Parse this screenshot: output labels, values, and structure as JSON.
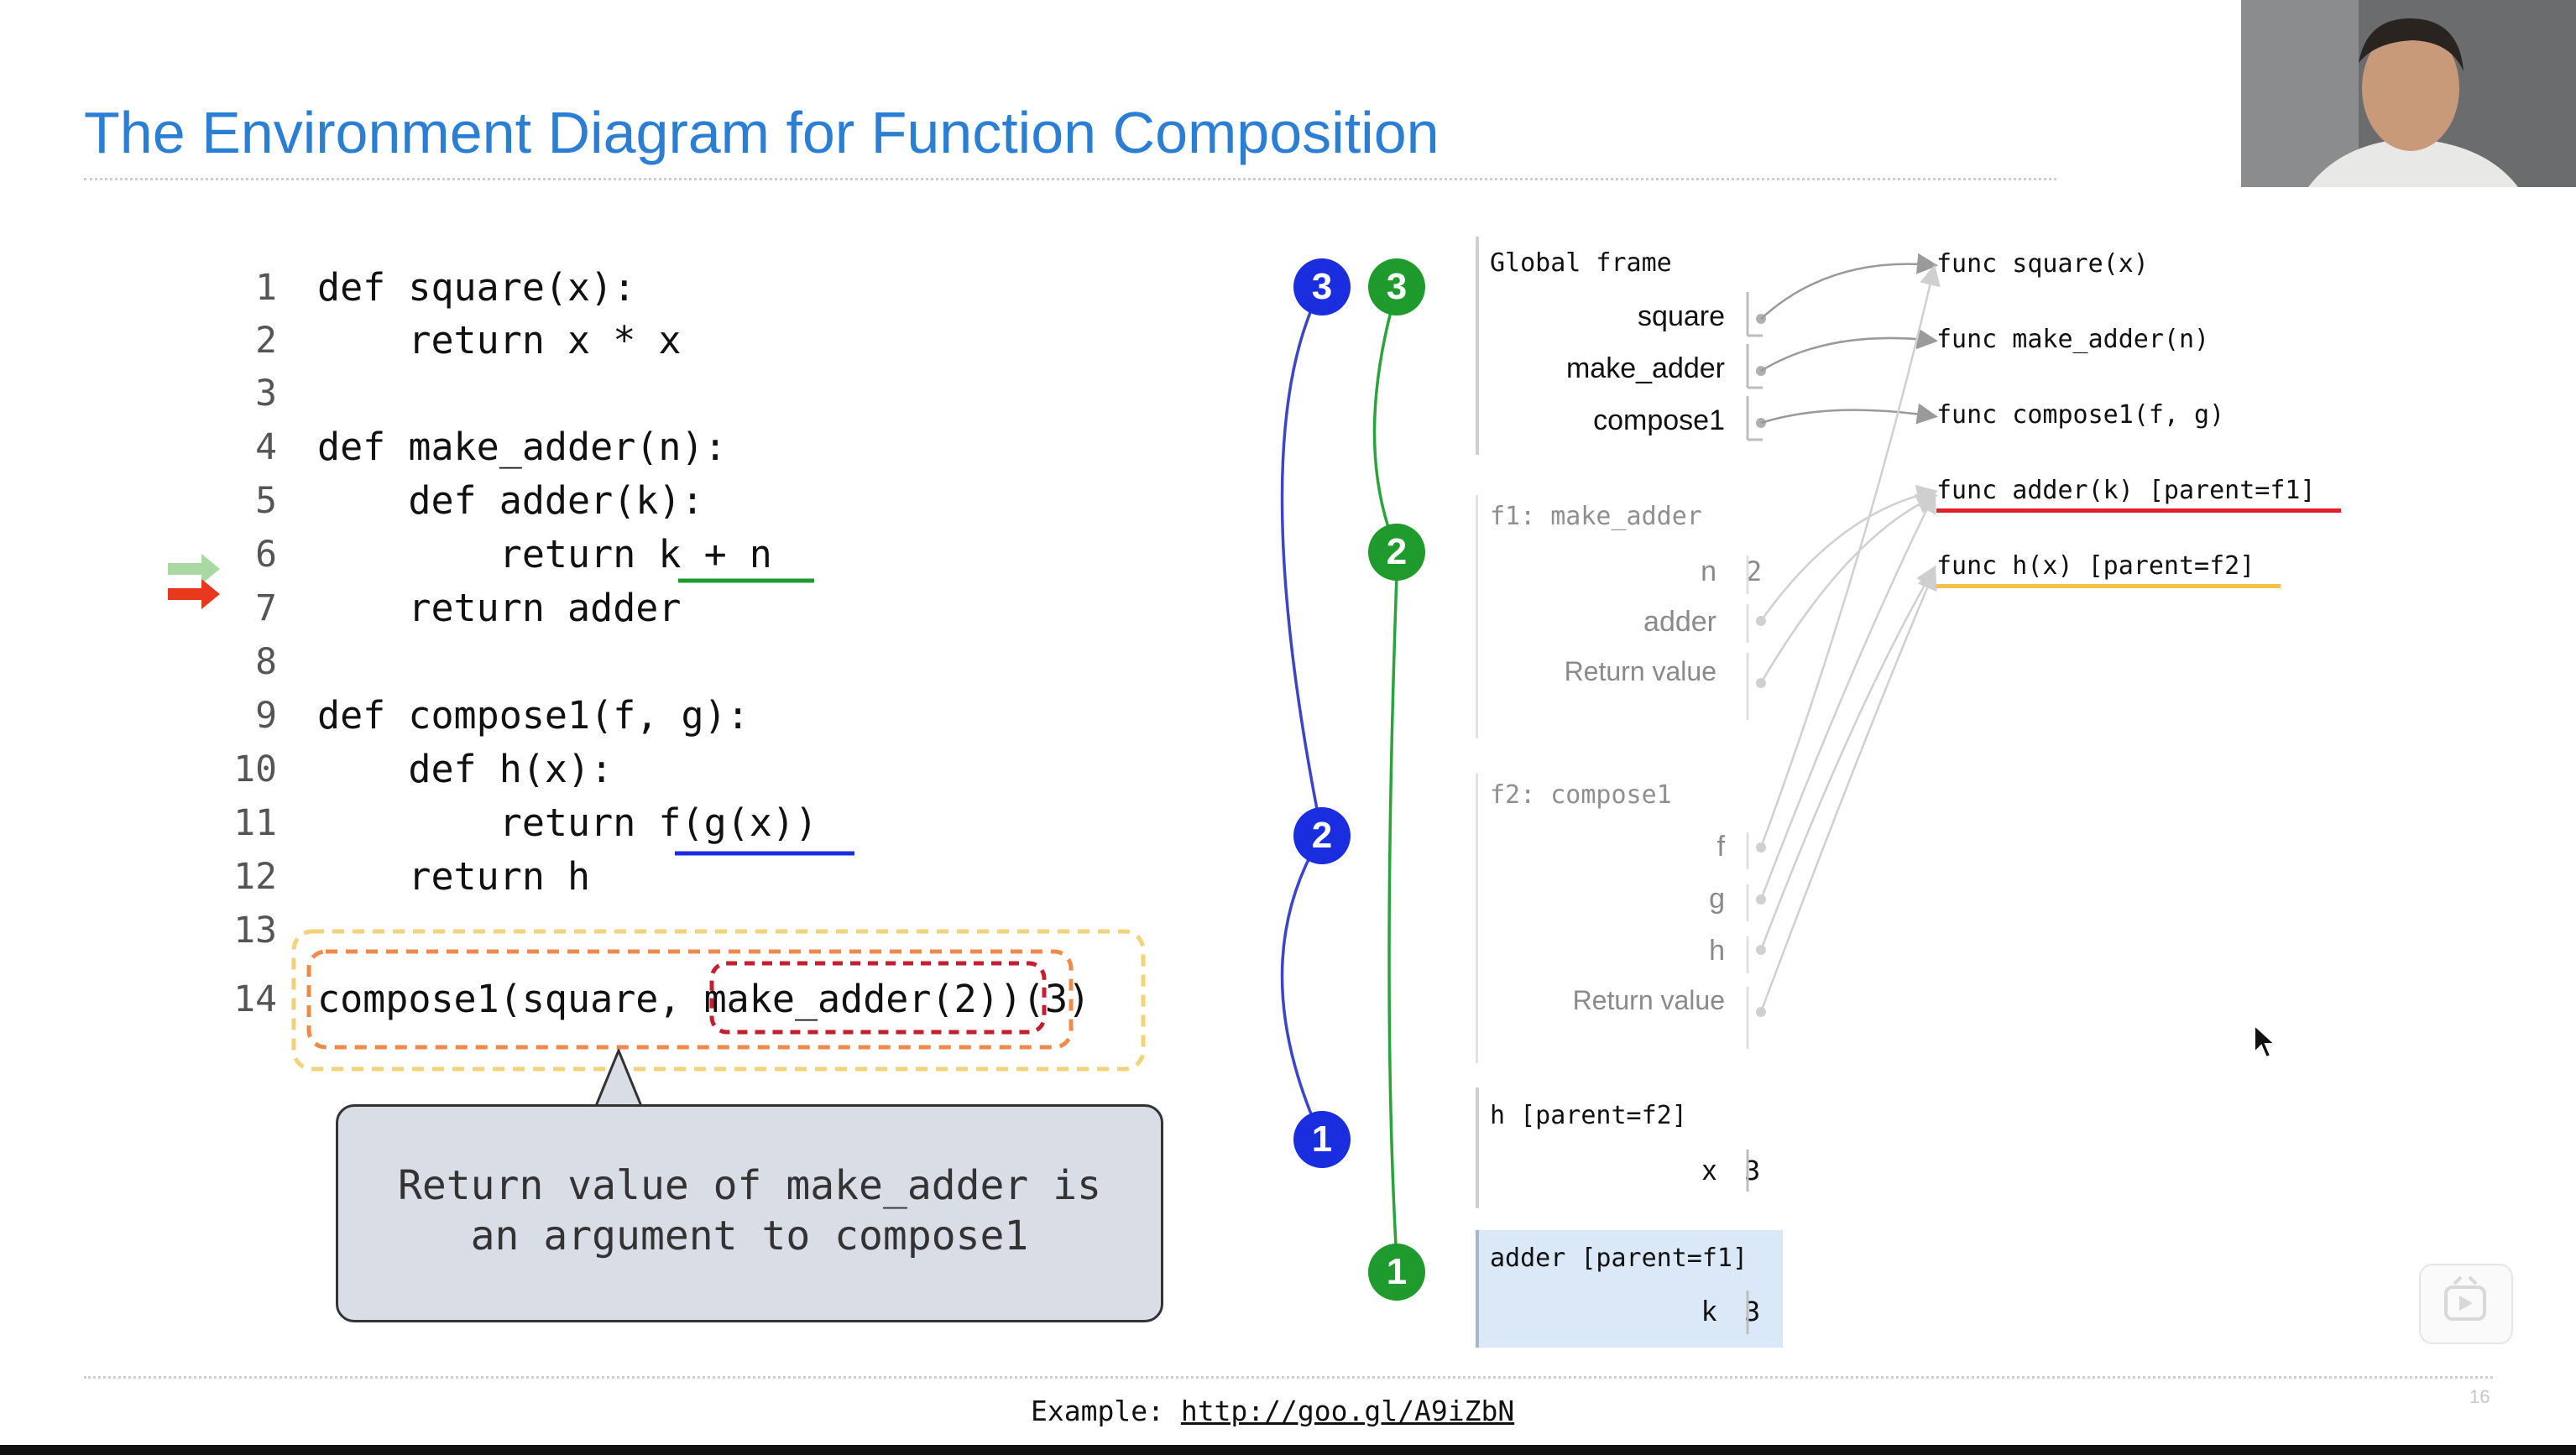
{
  "title": "The Environment Diagram for Function Composition",
  "code": {
    "lines": [
      {
        "n": "1",
        "text": "def square(x):"
      },
      {
        "n": "2",
        "text": "    return x * x"
      },
      {
        "n": "3",
        "text": ""
      },
      {
        "n": "4",
        "text": "def make_adder(n):"
      },
      {
        "n": "5",
        "text": "    def adder(k):"
      },
      {
        "n": "6",
        "text": "        return k + n"
      },
      {
        "n": "7",
        "text": "    return adder"
      },
      {
        "n": "8",
        "text": ""
      },
      {
        "n": "9",
        "text": "def compose1(f, g):"
      },
      {
        "n": "10",
        "text": "    def h(x):"
      },
      {
        "n": "11",
        "text": "        return f(g(x))"
      },
      {
        "n": "12",
        "text": "    return h"
      },
      {
        "n": "13",
        "text": ""
      },
      {
        "n": "14",
        "text": "compose1(square, make_adder(2))(3)"
      }
    ]
  },
  "callout": {
    "line1": "Return value of make_adder is",
    "line2": "an argument to compose1"
  },
  "step_markers": {
    "blue": [
      "3",
      "2",
      "1"
    ],
    "green": [
      "3",
      "2",
      "1"
    ]
  },
  "frames": {
    "global": {
      "label": "Global frame",
      "vars": [
        "square",
        "make_adder",
        "compose1"
      ]
    },
    "f1": {
      "label": "f1: make_adder",
      "vars": [
        {
          "name": "n",
          "value": "2"
        },
        {
          "name": "adder",
          "value": ""
        },
        {
          "name": "Return value",
          "value": ""
        }
      ]
    },
    "f2": {
      "label": "f2: compose1",
      "vars": [
        {
          "name": "f",
          "value": ""
        },
        {
          "name": "g",
          "value": ""
        },
        {
          "name": "h",
          "value": ""
        },
        {
          "name": "Return value",
          "value": ""
        }
      ]
    },
    "h": {
      "label": "h [parent=f2]",
      "vars": [
        {
          "name": "x",
          "value": "3"
        }
      ]
    },
    "adder": {
      "label": "adder [parent=f1]",
      "vars": [
        {
          "name": "k",
          "value": "3"
        }
      ]
    }
  },
  "objects": [
    "func square(x)",
    "func make_adder(n)",
    "func compose1(f, g)",
    "func adder(k) [parent=f1]",
    "func h(x) [parent=f2]"
  ],
  "example": {
    "label": "Example:",
    "url": "http://goo.gl/A9iZbN"
  },
  "page_number": "16",
  "colors": {
    "title": "#2a7fd4",
    "blue_marker": "#1a2ee0",
    "green_marker": "#1f9a2d",
    "red_underline": "#e0202a",
    "yellow_underline": "#f2c24a",
    "callout_bg": "#d9dde6",
    "active_frame_bg": "#dbe8f7"
  }
}
